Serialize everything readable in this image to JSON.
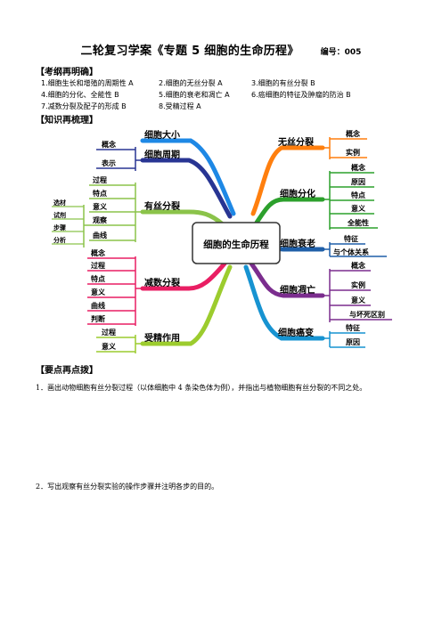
{
  "title": "二轮复习学案《专题 5 细胞的生命历程》",
  "doc_no": "编号：005",
  "section1": "【考纲再明确】",
  "objectives": [
    "1.细胞生长和增殖的周期性 A",
    "2.细胞的无丝分裂 A",
    "3.细胞的有丝分裂 B",
    "4.细胞的分化、全能性 B",
    "5.细胞的衰老和凋亡 A",
    "6.癌细胞的特征及肿瘤的防治 B",
    "7.减数分裂及配子的形成 B",
    "8.受精过程 A"
  ],
  "section2": "【知识再梳理】",
  "mindmap": {
    "center": "细胞的生命历程",
    "left": {
      "size": "细胞大小",
      "cycle": {
        "label": "细胞周期",
        "items": [
          "概念",
          "表示"
        ]
      },
      "mitosis": {
        "label": "有丝分裂",
        "items": [
          "过程",
          "特点",
          "意义",
          "观察",
          "曲线"
        ],
        "experiment": [
          "选材",
          "试剂",
          "步骤",
          "分析"
        ]
      },
      "meiosis": {
        "label": "减数分裂",
        "items": [
          "概念",
          "过程",
          "特点",
          "意义",
          "曲线",
          "判断"
        ]
      },
      "fertilization": {
        "label": "受精作用",
        "items": [
          "过程",
          "意义"
        ]
      }
    },
    "right": {
      "amitosis": {
        "label": "无丝分裂",
        "items": [
          "概念",
          "实例"
        ]
      },
      "differentiation": {
        "label": "细胞分化",
        "items": [
          "概念",
          "原因",
          "特点",
          "意义",
          "全能性"
        ]
      },
      "aging": {
        "label": "细胞衰老",
        "items": [
          "特征",
          "与个体关系"
        ]
      },
      "apoptosis": {
        "label": "细胞凋亡",
        "items": [
          "概念",
          "实例",
          "意义",
          "与坏死区别"
        ]
      },
      "cancer": {
        "label": "细胞癌变",
        "items": [
          "特征",
          "原因"
        ]
      }
    }
  },
  "section3": "【要点再点拨】",
  "questions": [
    "1．画出动物细胞有丝分裂过程（以体细胞中 4 条染色体为例），并指出与植物细胞有丝分裂的不同之处。",
    "2．写出观察有丝分裂实验的操作步骤并注明各步的目的。"
  ]
}
